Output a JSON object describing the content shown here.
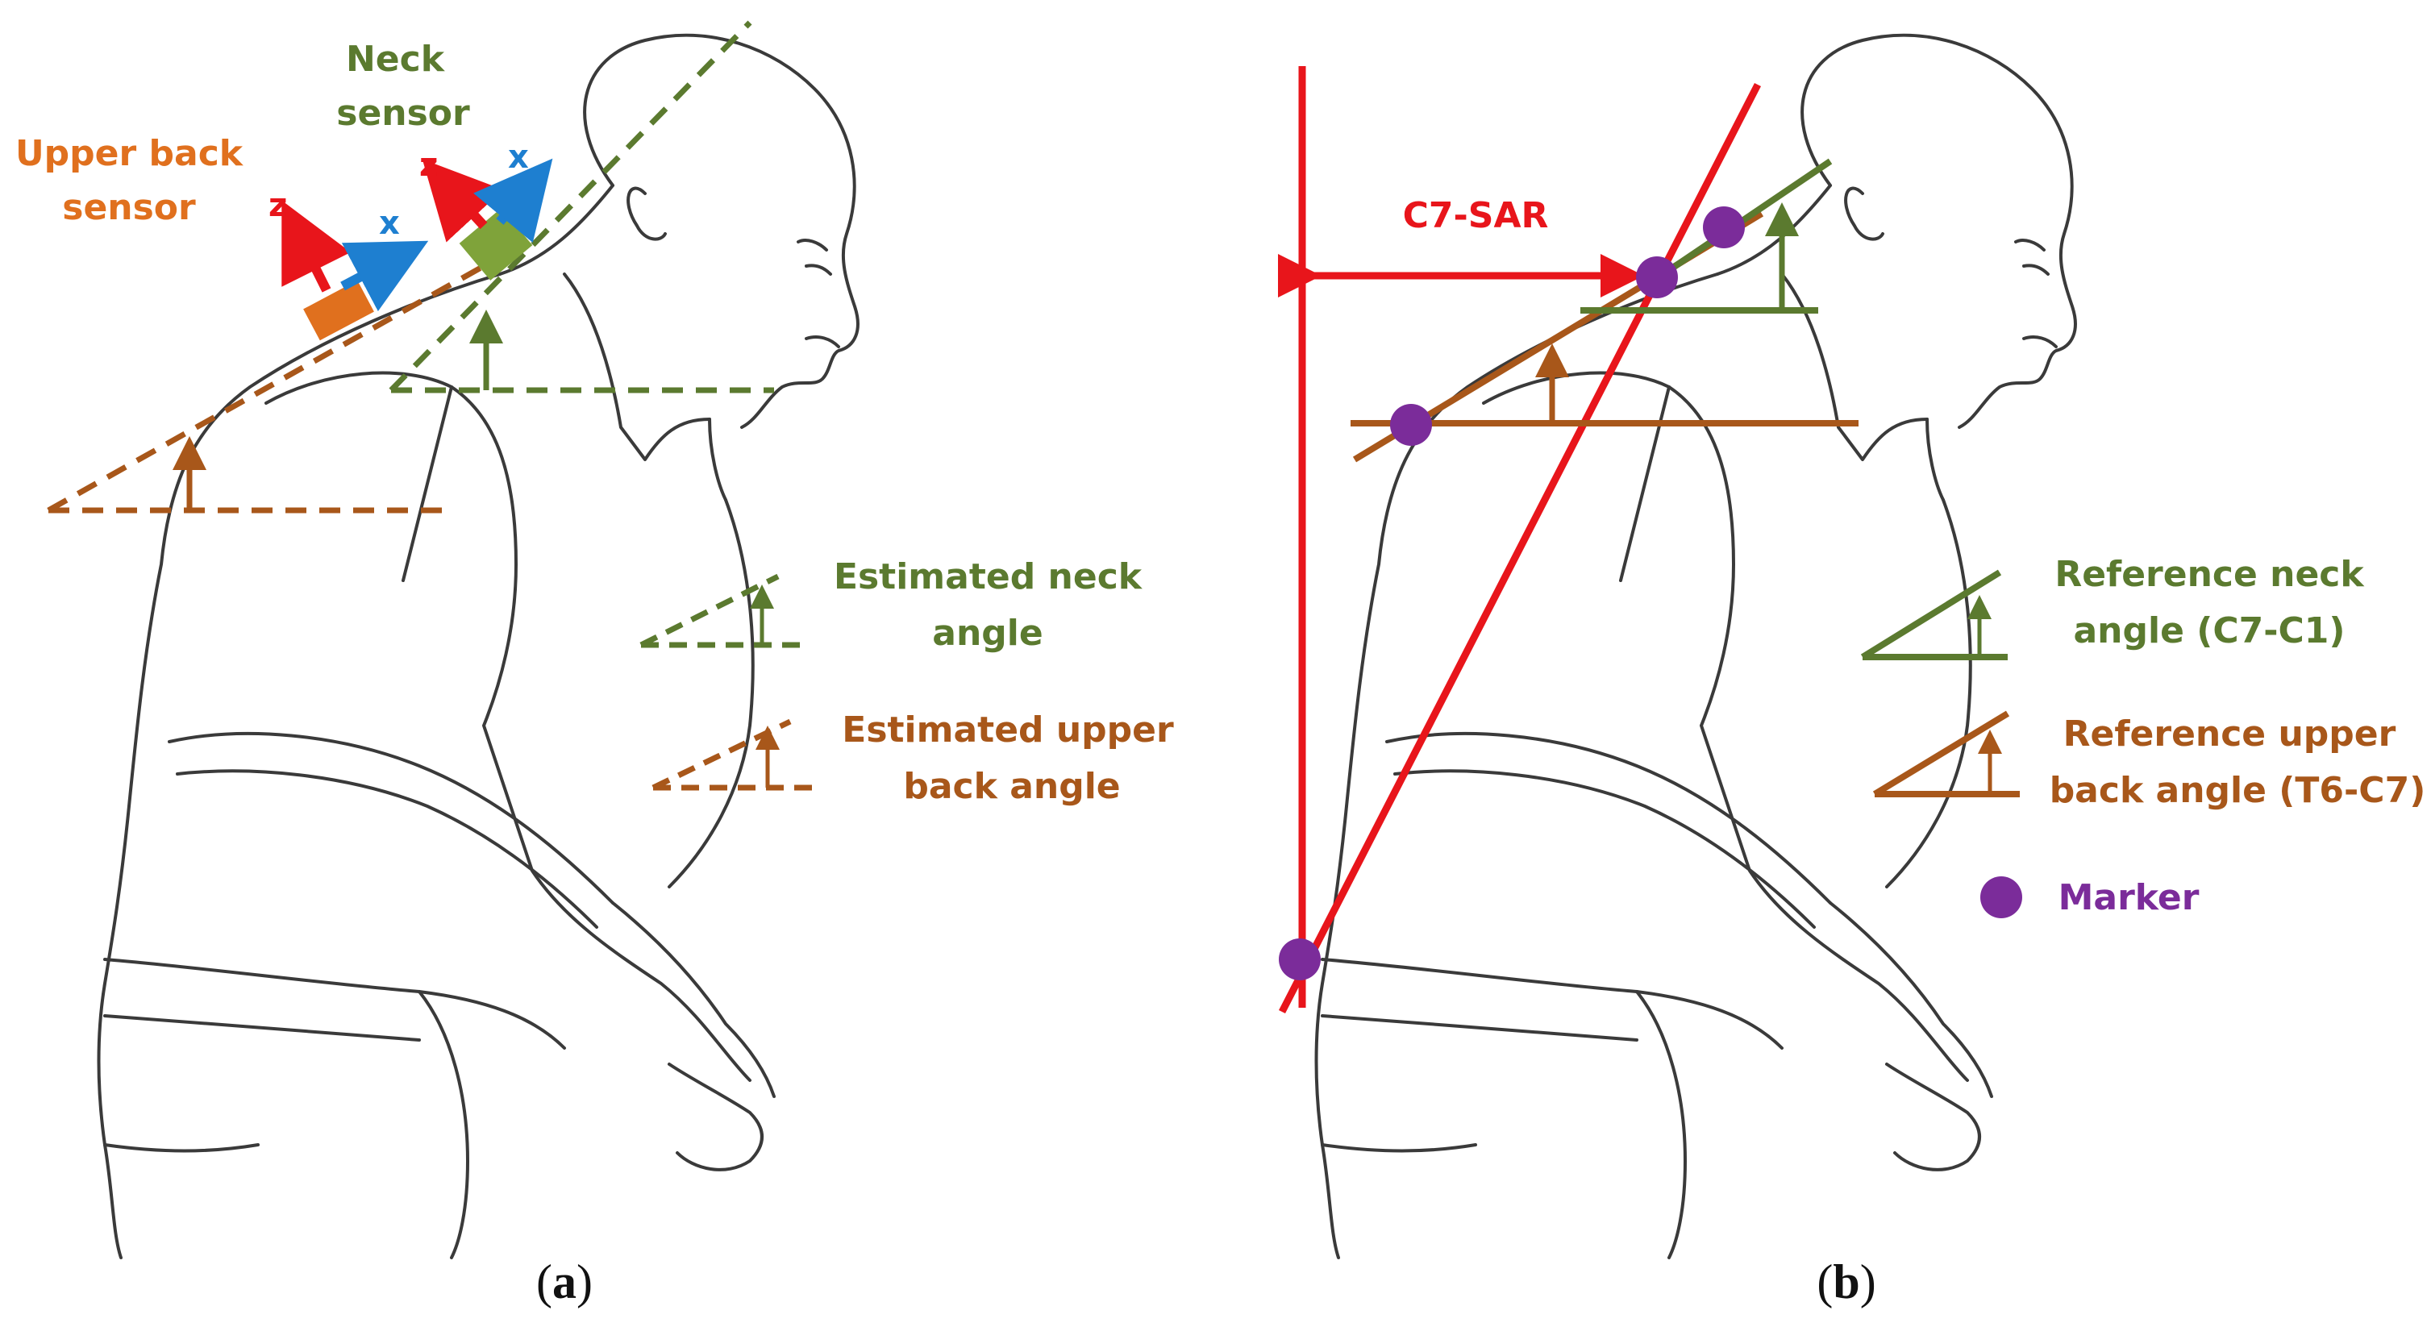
{
  "panel_a": {
    "neck_sensor_label_line1": "Neck",
    "neck_sensor_label_line2": "sensor",
    "upper_back_sensor_label_line1": "Upper back",
    "upper_back_sensor_label_line2": "sensor",
    "axis_z": "z",
    "axis_x": "x",
    "legend": [
      {
        "line1": "Estimated neck",
        "line2": "angle",
        "color": "#5b7a2f"
      },
      {
        "line1": "Estimated upper",
        "line2": "back angle",
        "color": "#a8571a"
      }
    ],
    "caption_letter": "a"
  },
  "panel_b": {
    "distance_label": "C7-SAR",
    "legend": [
      {
        "line1": "Reference neck",
        "line2": "angle (C7-C1)",
        "color": "#5b7a2f"
      },
      {
        "line1": "Reference upper",
        "line2": "back angle (T6-C7)",
        "color": "#a8571a"
      },
      {
        "line1": "Marker",
        "line2": "",
        "color": "#7b2c9a"
      }
    ],
    "caption_letter": "b"
  },
  "colors": {
    "neck_green": "#5b7a2f",
    "back_brown": "#a8571a",
    "sensor_orange": "#e0701e",
    "sensor_green": "#7fa33a",
    "axis_red": "#e8151b",
    "axis_blue": "#1e7fd0",
    "marker_purple": "#7b2c9a",
    "outline": "#3a3a3a"
  }
}
